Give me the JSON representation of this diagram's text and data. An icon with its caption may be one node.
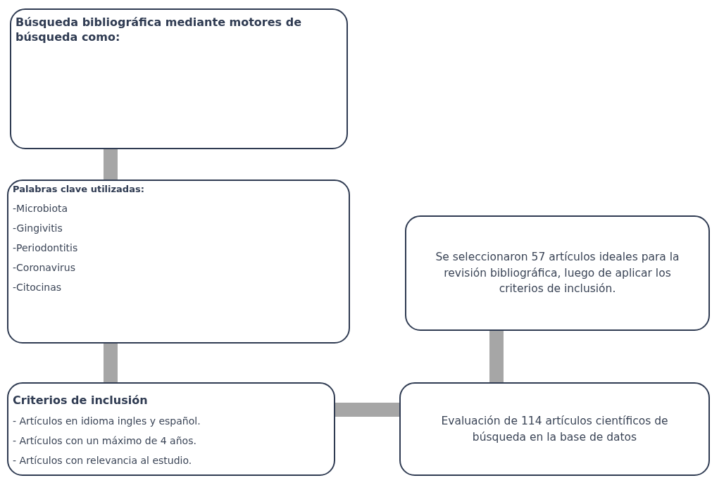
{
  "diagram": {
    "nodes": [
      {
        "text": [
          "Búsqueda bibliográfica mediante motores de búsqueda como:"
        ]
      },
      {
        "text": [
          "Palabras clave utilizadas:",
          "-Microbiota",
          "-Gingivitis",
          "-Periodontitis",
          "-Coronavirus",
          "-Citocinas"
        ]
      },
      {
        "text": [
          "Criterios de inclusión",
          "- Artículos en idioma ingles y español.",
          "- Artículos con un máximo de 4 años.",
          "- Artículos con relevancia al estudio."
        ]
      },
      {
        "text": [
          "Se seleccionaron 57 artículos ideales para la revisión bibliográfica, luego de aplicar los criterios de inclusión."
        ]
      },
      {
        "text": [
          "Evaluación de 114 artículos científicos de búsqueda en la base de datos"
        ]
      }
    ],
    "edges": [
      {
        "from": 0,
        "to": 1,
        "arrow": "none"
      },
      {
        "from": 1,
        "to": 2,
        "arrow": "none"
      },
      {
        "from": 2,
        "to": 4,
        "arrow": "none"
      },
      {
        "from": 4,
        "to": 3,
        "arrow": "none"
      }
    ]
  }
}
